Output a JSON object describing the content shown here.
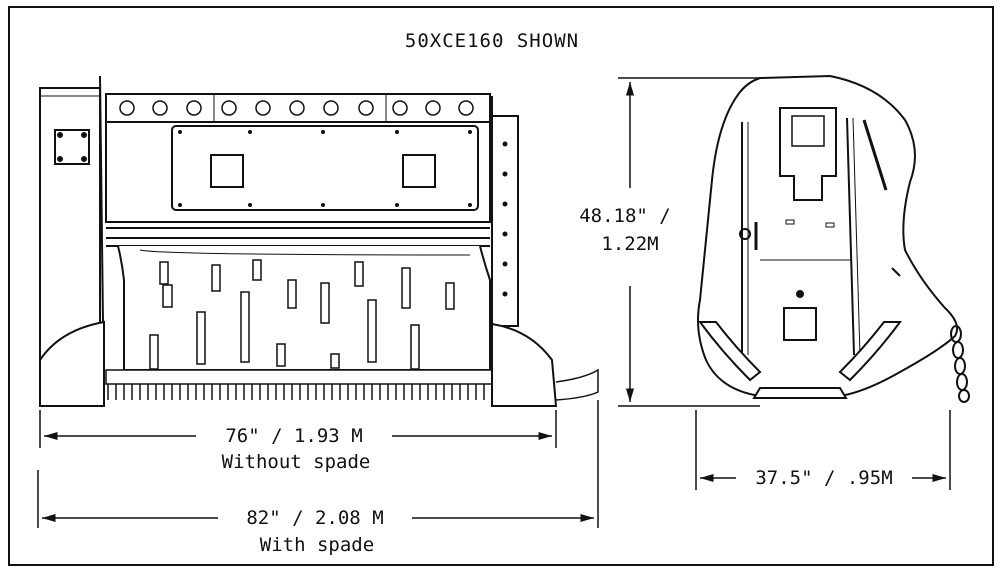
{
  "title": "50XCE160 SHOWN",
  "dimensions": {
    "width_without_spade": "76\" / 1.93 M",
    "without_spade_note": "Without spade",
    "width_with_spade": "82\" / 2.08 M",
    "with_spade_note": "With spade",
    "height_line1": "48.18\" /",
    "height_line2": "1.22M",
    "depth": "37.5\" / .95M"
  }
}
